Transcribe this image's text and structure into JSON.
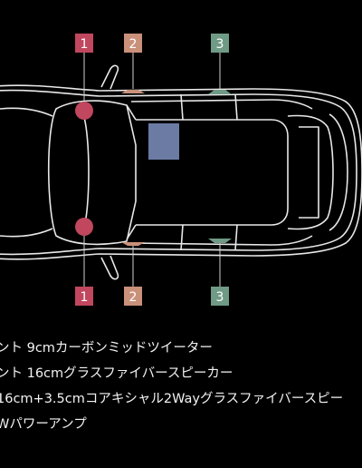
{
  "colors": {
    "background": "#000000",
    "outline": "#e8e8e8",
    "marker_1": "#c0475e",
    "marker_2": "#c9907a",
    "marker_3": "#6f9a86",
    "amp": "#6b7ba3"
  },
  "markers": {
    "top": [
      "1",
      "2",
      "3"
    ],
    "bottom": [
      "1",
      "2",
      "3"
    ]
  },
  "legend": [
    "ント 9cmカーボンミッドツイーター",
    "ント 16cmグラスファイバースピーカー",
    " 16cm+3.5cmコアキシャル2Wayグラスファイバースピー",
    "Wパワーアンプ"
  ]
}
